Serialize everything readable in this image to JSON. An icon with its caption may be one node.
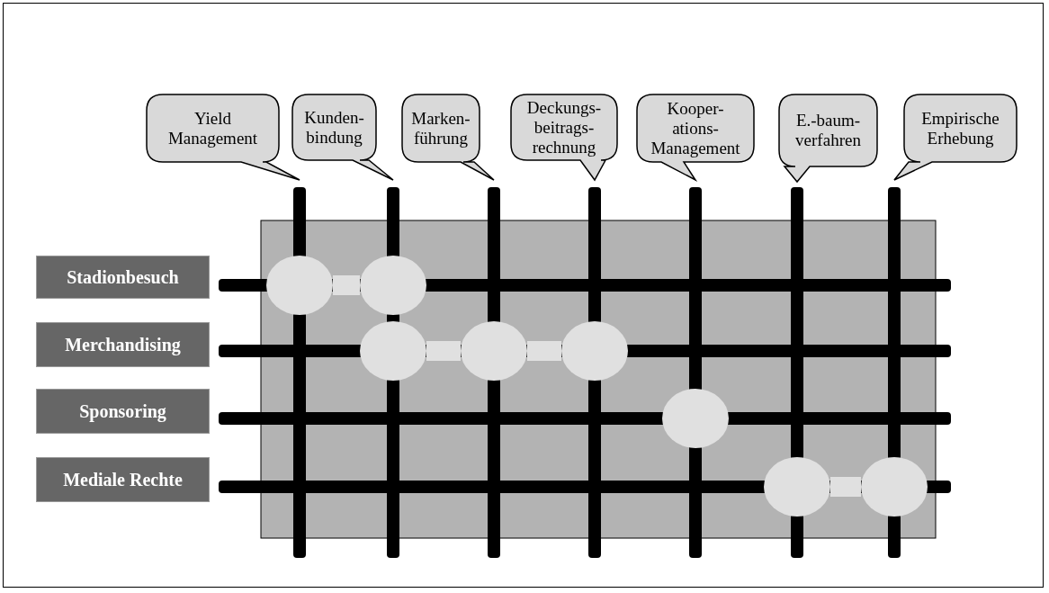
{
  "diagram": {
    "nodes": [
      {
        "text": [
          "Yield Management"
        ]
      },
      {
        "text": [
          "Kunden- bindung"
        ]
      },
      {
        "text": [
          "Marken- führung"
        ]
      },
      {
        "text": [
          "Deckungs- beitrags- rechnung"
        ]
      },
      {
        "text": [
          "Kooper- ations- Management"
        ]
      },
      {
        "text": [
          "E.-baum- verfahren"
        ]
      },
      {
        "text": [
          "Empirische Erhebung"
        ]
      },
      {
        "text": [
          "Stadionbesuch"
        ]
      },
      {
        "text": [
          "Merchandising"
        ]
      },
      {
        "text": [
          "Sponsoring"
        ]
      },
      {
        "text": [
          "Mediale Rechte"
        ]
      },
      {
        "text": [],
        "shape": "circle"
      },
      {
        "text": [],
        "shape": "circle"
      },
      {
        "text": [],
        "shape": "circle"
      },
      {
        "text": [],
        "shape": "circle"
      },
      {
        "text": [],
        "shape": "circle"
      },
      {
        "text": [],
        "shape": "circle"
      },
      {
        "text": [],
        "shape": "circle"
      },
      {
        "text": [],
        "shape": "circle"
      }
    ],
    "edges": [
      {
        "from": 11,
        "to": 12,
        "arrow": "none"
      },
      {
        "from": 13,
        "to": 14,
        "arrow": "none"
      },
      {
        "from": 14,
        "to": 15,
        "arrow": "none"
      },
      {
        "from": 17,
        "to": 18,
        "arrow": "none"
      }
    ]
  }
}
